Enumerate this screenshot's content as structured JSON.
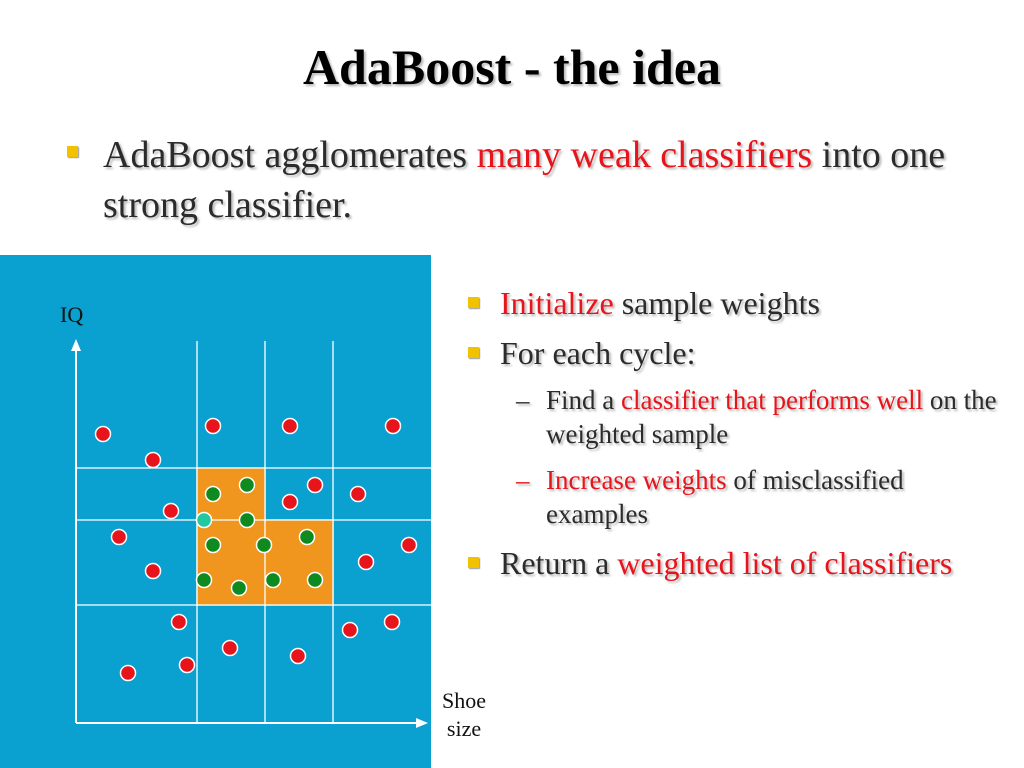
{
  "slide": {
    "title": "AdaBoost - the idea",
    "main_bullet": {
      "before": "AdaBoost agglomerates ",
      "highlight": "many weak classifiers",
      "after": " into one strong classifier."
    }
  },
  "diagram": {
    "y_axis_label": "IQ",
    "x_axis_label_line1": "Shoe",
    "x_axis_label_line2": "size",
    "colors": {
      "panel_bg": "#0aa0d0",
      "box_fill": "#f0961e",
      "red_point": "#e8141b",
      "green_point": "#0e8a1e",
      "teal_point": "#22c9a0",
      "grid_line": "#ffffff"
    }
  },
  "steps": {
    "init": {
      "highlight": "Initialize",
      "rest": " sample weights"
    },
    "loop": {
      "text": "For each cycle:"
    },
    "sub1": {
      "before": "Find a ",
      "highlight": "classifier that performs well",
      "after": " on the weighted sample"
    },
    "sub2": {
      "highlight": "Increase weights",
      "after": " of misclassified examples"
    },
    "ret": {
      "before": "Return a ",
      "highlight": "weighted list of classifiers"
    }
  },
  "icons": {
    "bullet": "square-bullet-icon",
    "sub_bullet": "en-dash"
  }
}
